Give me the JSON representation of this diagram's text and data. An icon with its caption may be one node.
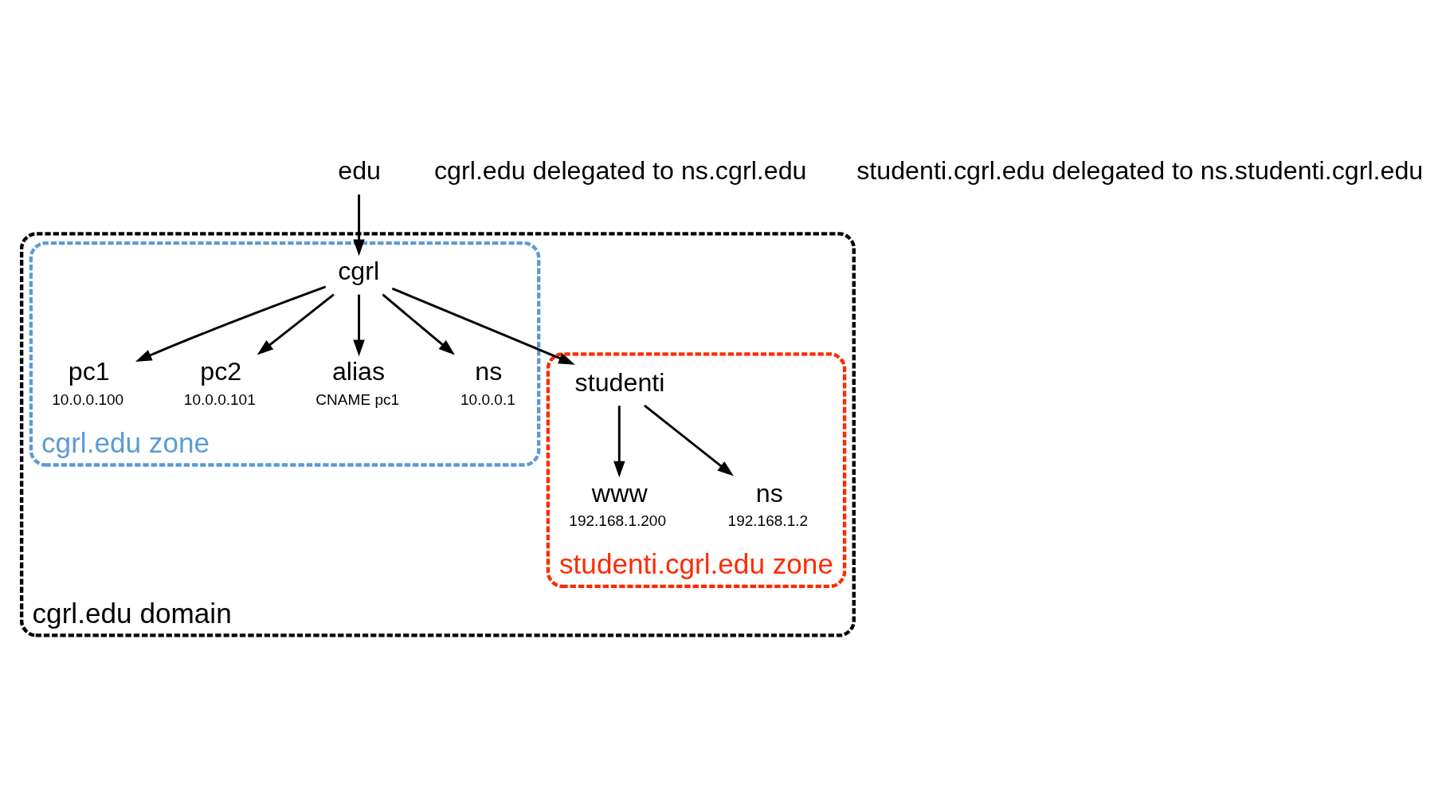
{
  "diagram": {
    "nodes": [
      {
        "text": [
          "edu"
        ]
      },
      {
        "text": [
          "cgrl.edu domain"
        ]
      },
      {
        "text": [
          "cgrl.edu zone"
        ],
        "in": 1
      },
      {
        "text": [
          "cgrl"
        ],
        "in": 2
      },
      {
        "text": [
          "pc1"
        ],
        "beside": [
          "10.0.0.100"
        ],
        "in": 2
      },
      {
        "text": [
          "pc2"
        ],
        "beside": [
          "10.0.0.101"
        ],
        "in": 2
      },
      {
        "text": [
          "alias"
        ],
        "beside": [
          "CNAME pc1"
        ],
        "in": 2
      },
      {
        "text": [
          "ns"
        ],
        "beside": [
          "10.0.0.1"
        ],
        "in": 2
      },
      {
        "text": [
          "studenti.cgrl.edu zone"
        ],
        "in": 1
      },
      {
        "text": [
          "studenti"
        ],
        "in": 8
      },
      {
        "text": [
          "www"
        ],
        "beside": [
          "192.168.1.200"
        ],
        "in": 8
      },
      {
        "text": [
          "ns"
        ],
        "beside": [
          "192.168.1.2"
        ],
        "in": 8
      }
    ],
    "edges": [
      {
        "from": 0,
        "to": 3,
        "arrow": "to"
      },
      {
        "from": 3,
        "to": 4,
        "arrow": "to"
      },
      {
        "from": 3,
        "to": 5,
        "arrow": "to"
      },
      {
        "from": 3,
        "to": 6,
        "arrow": "to"
      },
      {
        "from": 3,
        "to": 7,
        "arrow": "to"
      },
      {
        "from": 3,
        "to": 9,
        "arrow": "to"
      },
      {
        "from": 9,
        "to": 10,
        "arrow": "to"
      },
      {
        "from": 9,
        "to": 11,
        "arrow": "to"
      }
    ],
    "labels": [
      "cgrl.edu delegated to ns.cgrl.edu",
      "studenti.cgrl.edu delegated to ns.studenti.cgrl.edu"
    ]
  }
}
